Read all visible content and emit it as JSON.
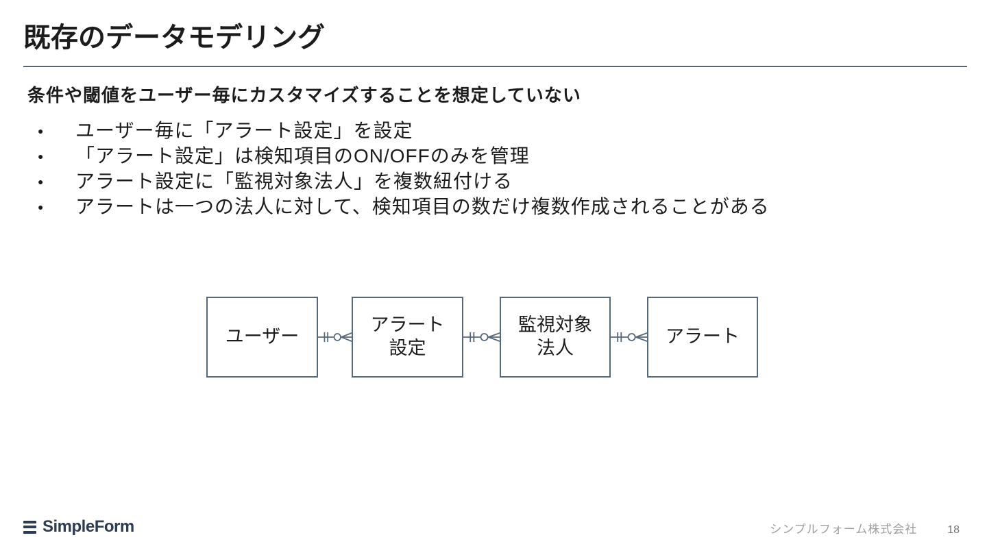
{
  "colors": {
    "accent": "#56687c",
    "divider": "#5a646e",
    "text": "#1c1c1c",
    "brand-navy": "#2d3c52",
    "muted": "#9e9e9e",
    "page-num": "#757575"
  },
  "slide": {
    "title": "既存のデータモデリング",
    "subtitle": "条件や閾値をユーザー毎にカスタマイズすることを想定していない",
    "bullets": [
      "ユーザー毎に「アラート設定」を設定",
      "「アラート設定」は検知項目のON/OFFのみを管理",
      "アラート設定に「監視対象法人」を複数紐付ける",
      "アラートは一つの法人に対して、検知項目の数だけ複数作成されることがある"
    ]
  },
  "diagram": {
    "type": "entity-relationship",
    "entities": [
      {
        "label": "ユーザー"
      },
      {
        "label": "アラート\n設定"
      },
      {
        "label": "監視対象\n法人"
      },
      {
        "label": "アラート"
      }
    ],
    "relationships": [
      {
        "from": "ユーザー",
        "to": "アラート設定",
        "cardinality": "one-to-zero-or-many"
      },
      {
        "from": "アラート設定",
        "to": "監視対象法人",
        "cardinality": "one-to-zero-or-many"
      },
      {
        "from": "監視対象法人",
        "to": "アラート",
        "cardinality": "one-to-zero-or-many"
      }
    ]
  },
  "footer": {
    "logo_text": "SimpleForm",
    "company": "シンプルフォーム株式会社",
    "page_number": "18"
  }
}
